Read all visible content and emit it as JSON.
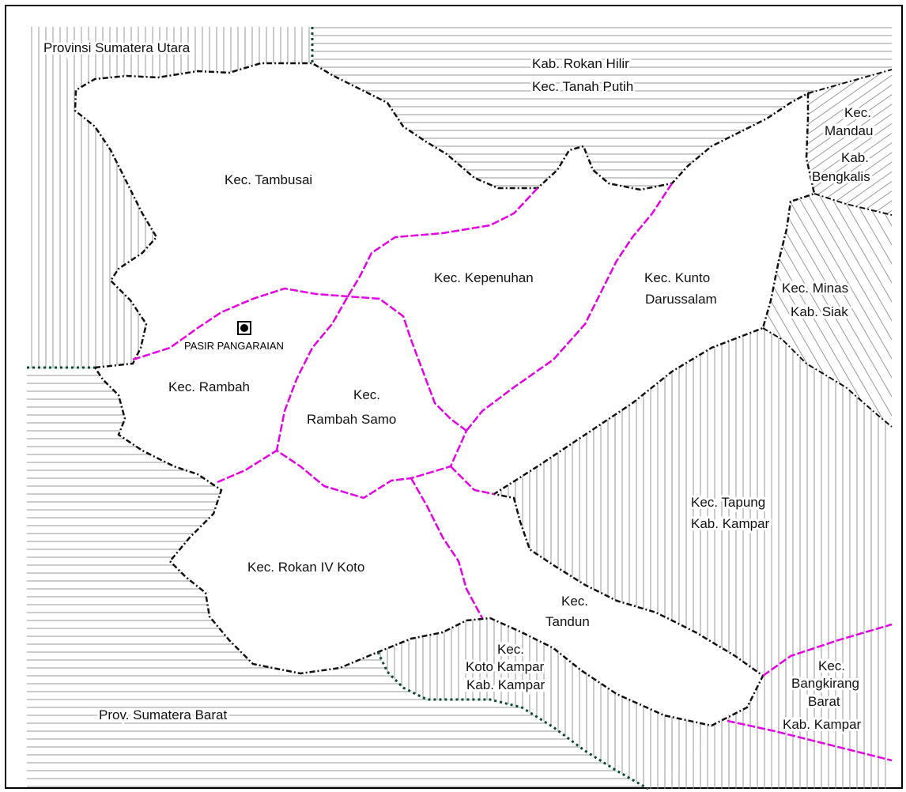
{
  "map": {
    "colors": {
      "border": "#000000",
      "district_boundary": "#e600e6",
      "province_boundary": "#0a4a3a",
      "hatch": "#9a9a9a"
    },
    "outside_regions": {
      "sumut": "Provinsi Sumatera Utara",
      "rokan_hilir_1": "Kab. Rokan Hilir",
      "rokan_hilir_2": "Kec. Tanah Putih",
      "mandau_1": "Kec.",
      "mandau_2": "Mandau",
      "bengkalis_1": "Kab.",
      "bengkalis_2": "Bengkalis",
      "minas_1": "Kec. Minas",
      "minas_2": "Kab. Siak",
      "tapung_1": "Kec. Tapung",
      "tapung_2": "Kab. Kampar",
      "koto_kampar_1": "Kec.",
      "koto_kampar_2": "Koto Kampar",
      "koto_kampar_3": "Kab. Kampar",
      "bangkinang_1": "Kec.",
      "bangkinang_2": "Bangkirang",
      "bangkinang_3": "Barat",
      "bangkinang_4": "Kab. Kampar",
      "sumbar": "Prov. Sumatera Barat"
    },
    "districts": {
      "tambusai": "Kec. Tambusai",
      "kepenuhan": "Kec. Kepenuhan",
      "kunto_1": "Kec. Kunto",
      "kunto_2": "Darussalam",
      "rambah": "Kec. Rambah",
      "rambah_samo_1": "Kec.",
      "rambah_samo_2": "Rambah Samo",
      "rokan_iv_koto": "Kec. Rokan IV Koto",
      "tandun_1": "Kec.",
      "tandun_2": "Tandun"
    },
    "capital": {
      "name": "PASIR PANGARAIAN",
      "icon": "capital-icon"
    }
  }
}
